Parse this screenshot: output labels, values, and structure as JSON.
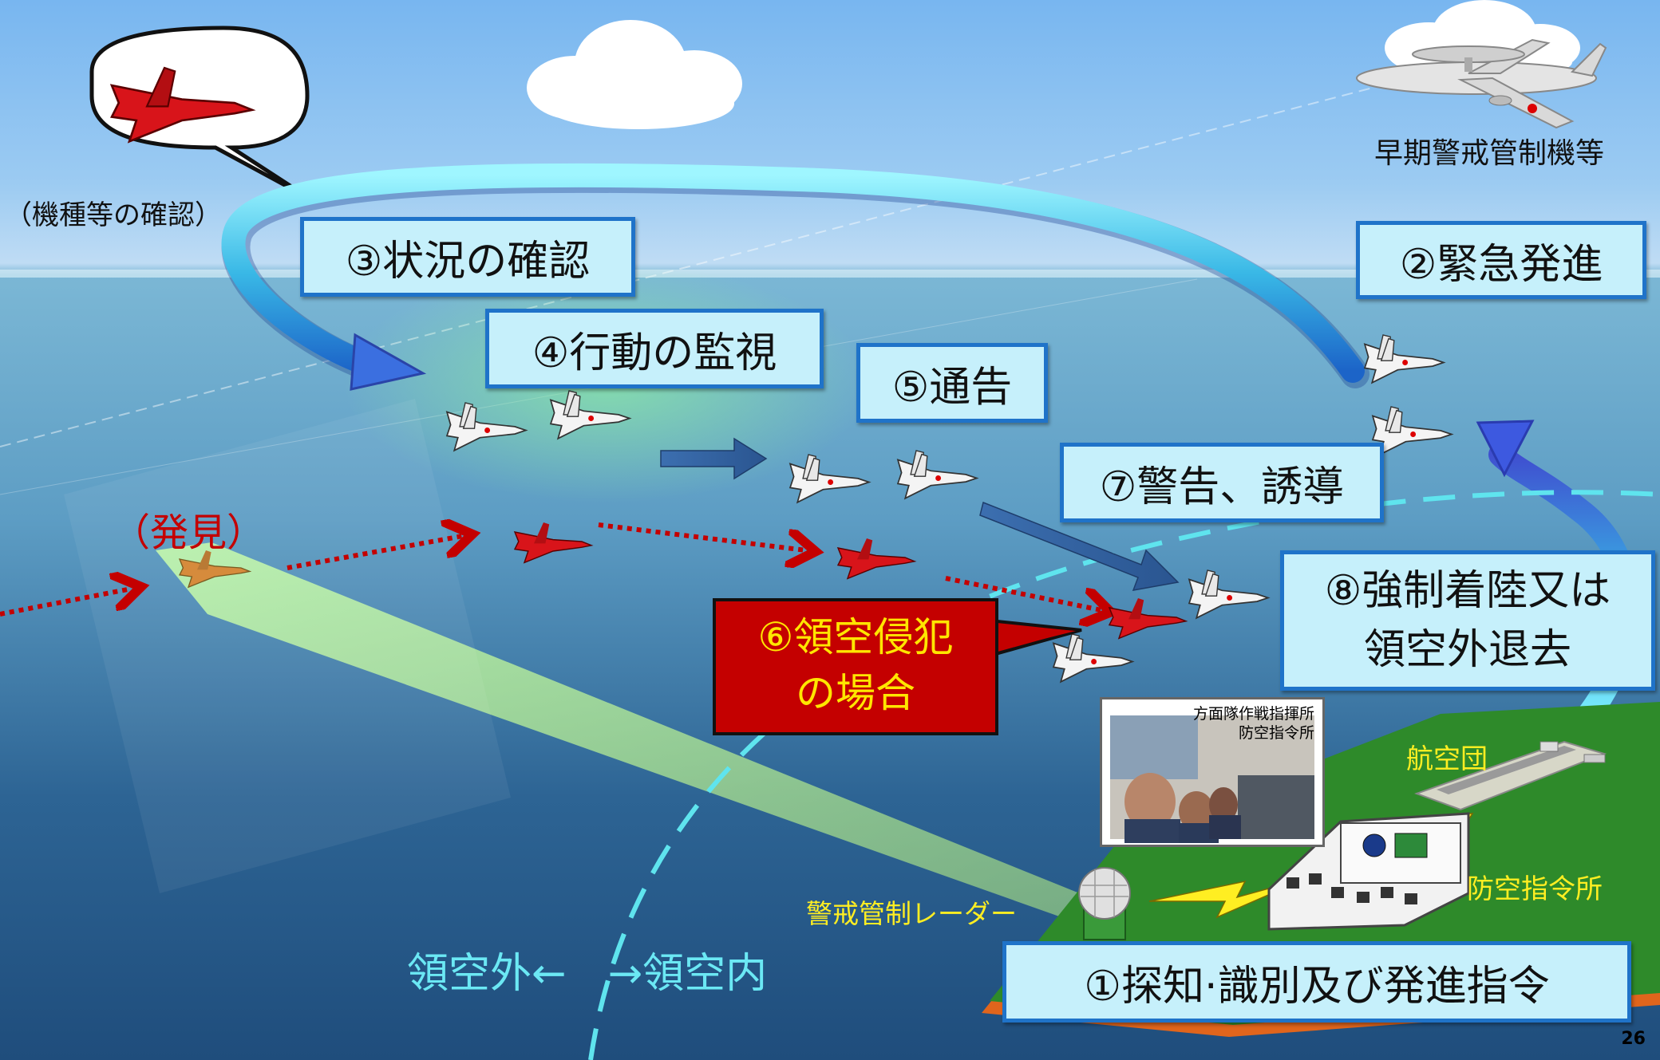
{
  "steps": {
    "step1": "①探知·識別及び発進指令",
    "step2": "②緊急発進",
    "step3": "③状況の確認",
    "step4": "④行動の監視",
    "step5": "⑤通告",
    "step6": "⑥領空侵犯\nの場合",
    "step7": "⑦警告、誘導",
    "step8": "⑧強制着陸又は\n領空外退去"
  },
  "annotations": {
    "confirmation": "（機種等の確認）",
    "discovery": "（発見）",
    "awacs": "早期警戒管制機等",
    "radar": "警戒管制レーダー",
    "air_wing": "航空団",
    "air_defense_center": "防空指令所",
    "hq_photo_caption": "方面隊作戦指揮所\n防空指令所",
    "airspace_boundary": "領空外←　→領空内"
  },
  "page_number": "26",
  "colors": {
    "label_bg": "#c6f0fb",
    "label_border": "#1f73c9",
    "violation_bg": "#c40000",
    "violation_text": "#ffe600",
    "boundary_line": "#5fe4ee",
    "intruder_path": "#c40000",
    "ground_green": "#2e8a2a"
  },
  "icons": [
    "cloud-icon",
    "awacs-aircraft-icon",
    "fighter-jet-icon",
    "intruder-aircraft-icon",
    "radar-dome-icon",
    "lightning-icon",
    "console-icon",
    "airfield-icon"
  ]
}
